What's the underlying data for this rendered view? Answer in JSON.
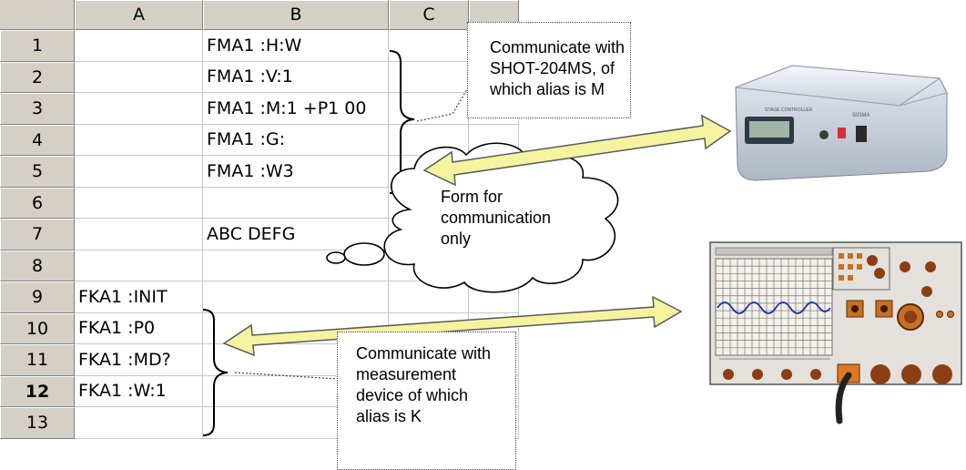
{
  "sheet": {
    "columns": [
      "A",
      "B",
      "C"
    ],
    "rows": [
      {
        "num": "1",
        "a": "",
        "b": "FMA1 :H:W"
      },
      {
        "num": "2",
        "a": "",
        "b": "FMA1 :V:1"
      },
      {
        "num": "3",
        "a": "",
        "b": "FMA1 :M:1 +P1 00"
      },
      {
        "num": "4",
        "a": "",
        "b": "FMA1 :G:"
      },
      {
        "num": "5",
        "a": "",
        "b": "FMA1 :W3"
      },
      {
        "num": "6",
        "a": "",
        "b": ""
      },
      {
        "num": "7",
        "a": "",
        "b": "ABC DEFG"
      },
      {
        "num": "8",
        "a": "",
        "b": ""
      },
      {
        "num": "9",
        "a": "FKA1 :INIT",
        "b": ""
      },
      {
        "num": "10",
        "a": "FKA1 :P0",
        "b": ""
      },
      {
        "num": "11",
        "a": "FKA1 :MD?",
        "b": ""
      },
      {
        "num": "12",
        "a": "FKA1 :W:1",
        "b": ""
      },
      {
        "num": "13",
        "a": "",
        "b": ""
      }
    ]
  },
  "callouts": {
    "top": [
      "Communicate with",
      "SHOT-204MS, of",
      "which alias is M"
    ],
    "cloud": [
      "Form for",
      "communication",
      "only"
    ],
    "bottom": [
      "Communicate with",
      "measurement",
      "device of which",
      "alias is K"
    ]
  },
  "colors": {
    "arrow_fill": "#f6f3a0",
    "arrow_stroke": "#5a5a5a",
    "header_bg": "#d4d0c8",
    "oscilloscope_body": "#e4e0dc",
    "oscilloscope_knob": "#a0501e",
    "controller_body": "#e8ecf4"
  },
  "icons": {
    "controller": "stage-controller-device",
    "measurement": "oscilloscope-device"
  }
}
